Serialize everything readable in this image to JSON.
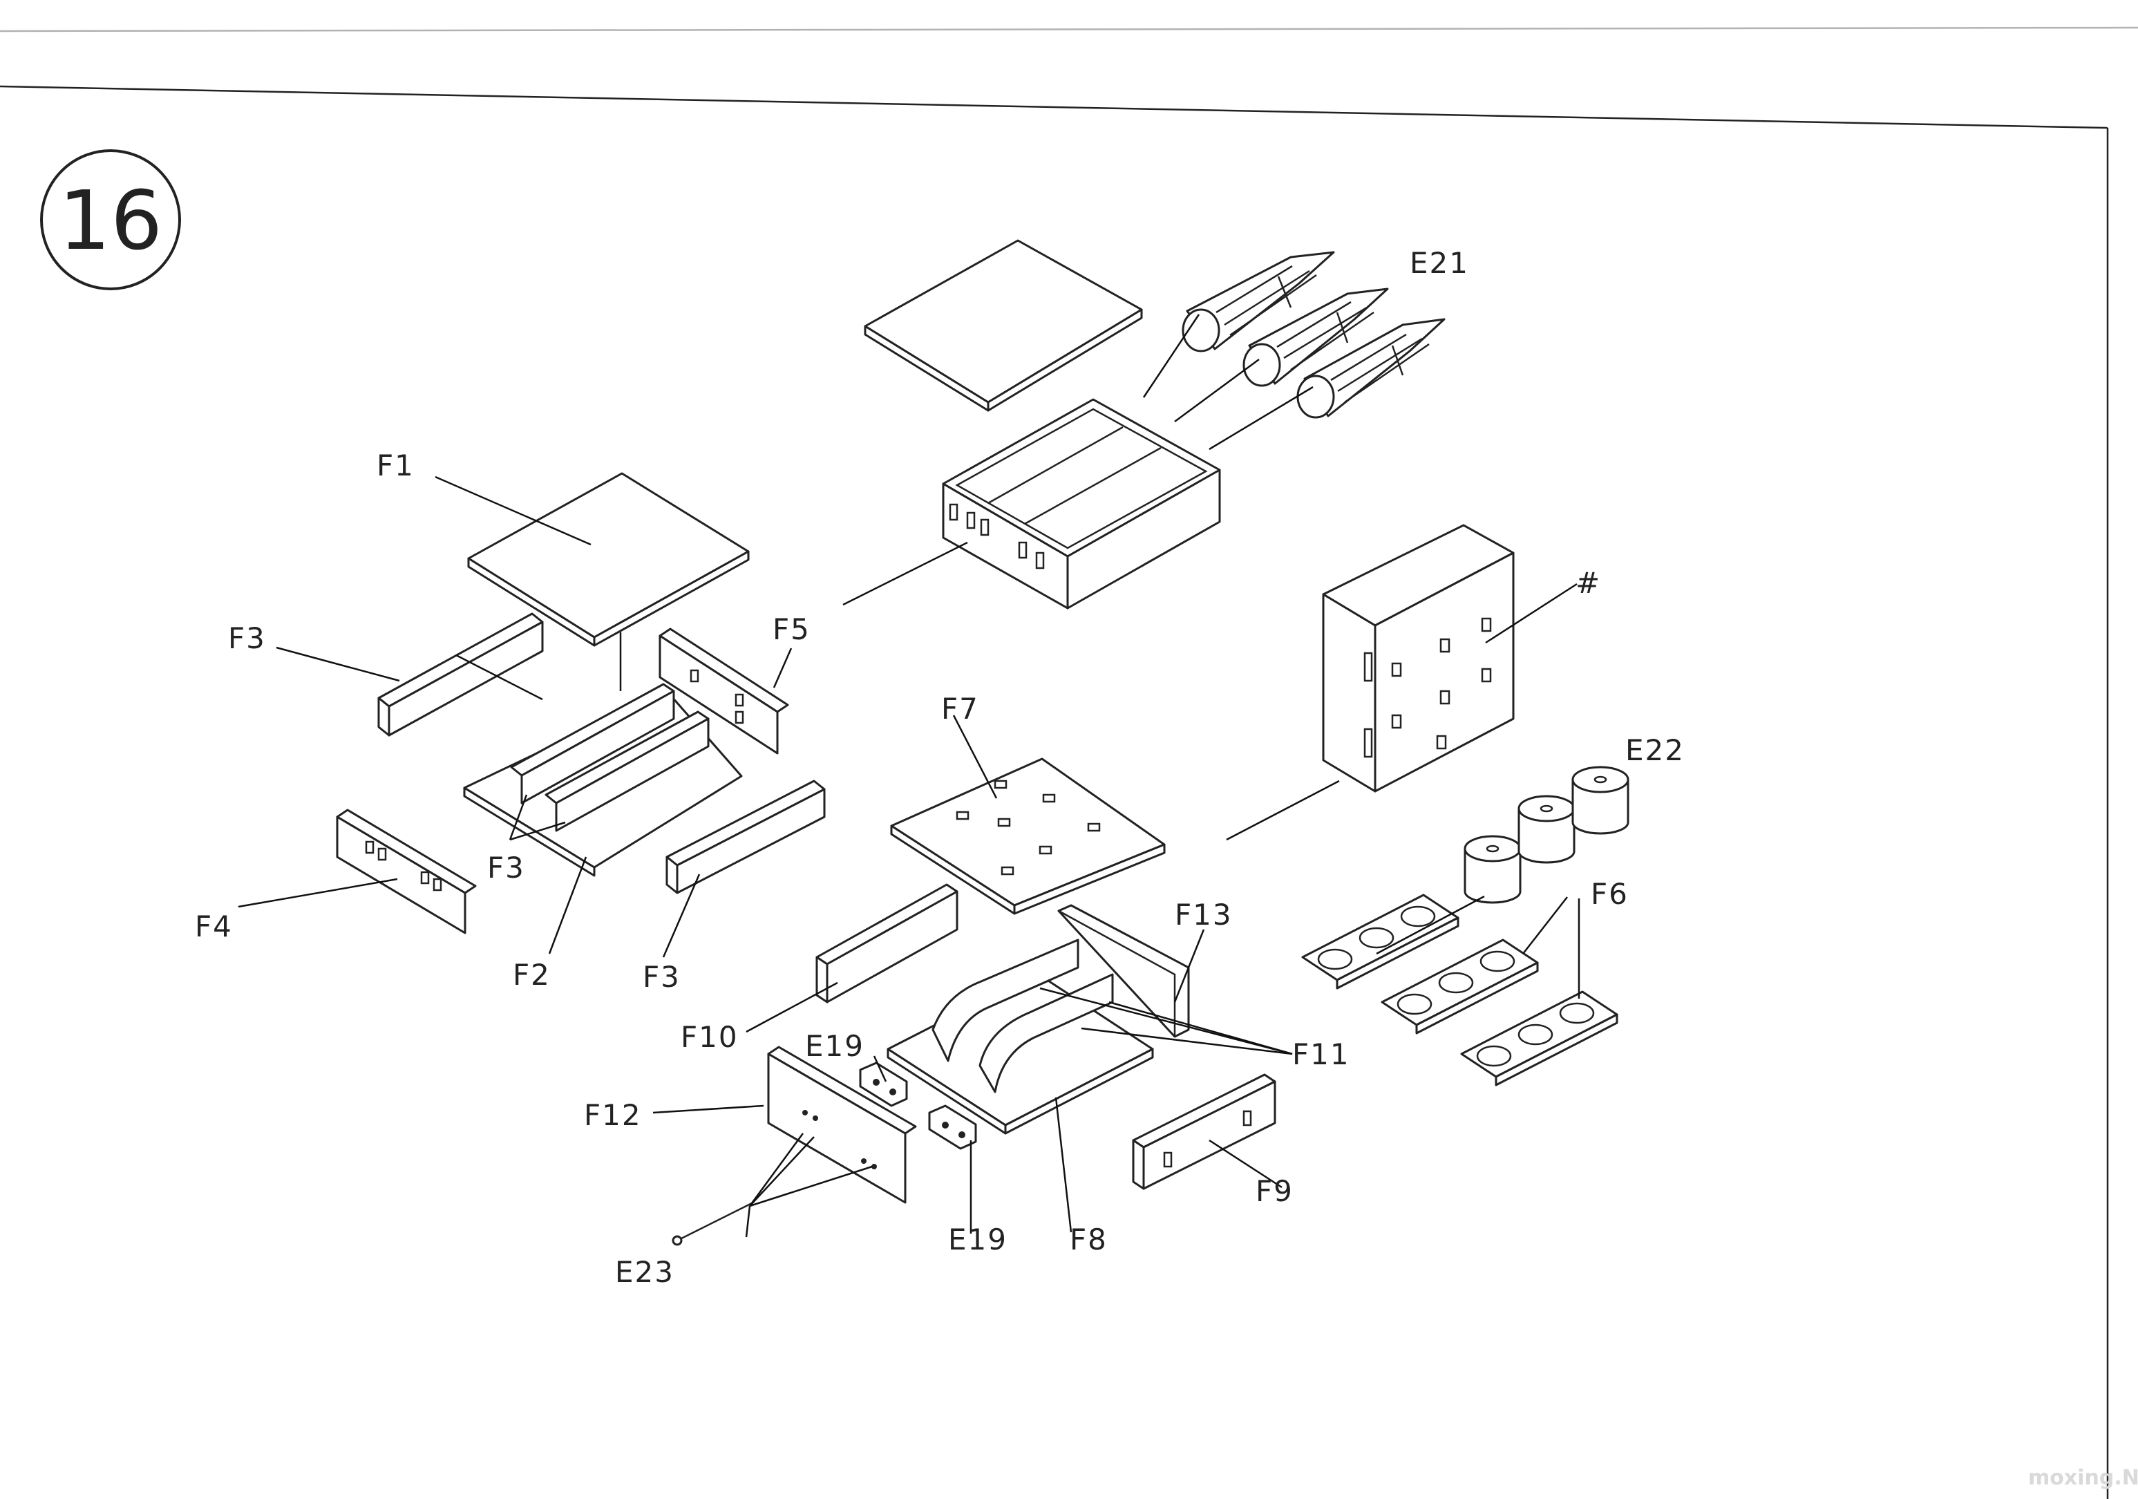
{
  "step": {
    "number": "16"
  },
  "labels": {
    "F1": "F1",
    "F2": "F2",
    "F3": "F3",
    "F4": "F4",
    "F5": "F5",
    "F6": "F6",
    "F7": "F7",
    "F8": "F8",
    "F9": "F9",
    "F10": "F10",
    "F11": "F11",
    "F12": "F12",
    "F13": "F13",
    "E19": "E19",
    "E21": "E21",
    "E22": "E22",
    "E23": "E23",
    "hash": "#"
  },
  "watermark": "moxing.NET",
  "colors": {
    "ink": "#222222",
    "paper": "#ffffff",
    "watermark": "#d9d9d9"
  }
}
